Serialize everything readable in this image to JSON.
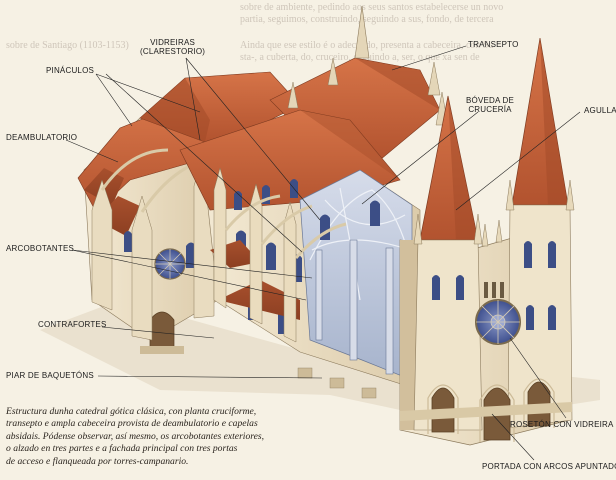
{
  "background_text": {
    "lines": [
      "sobre de ambiente, pedindo aos seus santos estabelecerse un novo",
      "partia, seguimos, construíndo, seguindo a sus, fondo, de tercera",
      "Ainda que ese estilo é o adecuado, presenta a cabeceira, con Su",
      "sta-, a cuberta, do, cruceiro, seguindo a, ser, o que xa sen de",
      "sobre de Santiago (1103-1153)"
    ]
  },
  "labels": {
    "vidreiras": "VIDREIRAS\n(CLARESTORIO)",
    "transepto": "TRANSEPTO",
    "pinaculos": "PINÁCULOS",
    "boveda": "BÓVEDA DE\nCRUCERÍA",
    "deambulatorio": "DEAMBULATORIO",
    "agulla": "AGULLA",
    "arcobotantes": "ARCOBOTANTES",
    "contrafortes": "CONTRAFORTES",
    "piar": "PIAR DE BAQUETÓNS",
    "roseton": "ROSETÓN CON VIDREIRA",
    "portada": "PORTADA CON ARCOS APUNTADOS"
  },
  "caption": [
    "Estructura dunha catedral gótica clásica, con planta cruciforme,",
    "transepto e ampla cabeceira provista de deambulatorio e capelas",
    "absidais. Pódense observar, así mesmo, os arcobotantes exteriores,",
    "o alzado en tres partes e a fachada principal con tres portas",
    "de acceso e flanqueada por torres-campanario."
  ],
  "colors": {
    "roof": "#c8623a",
    "roof_dark": "#9c4527",
    "stone": "#ece0c6",
    "stone_shadow": "#c9b697",
    "vault": "#b9c4d8",
    "glass": "#4a5fa0"
  }
}
